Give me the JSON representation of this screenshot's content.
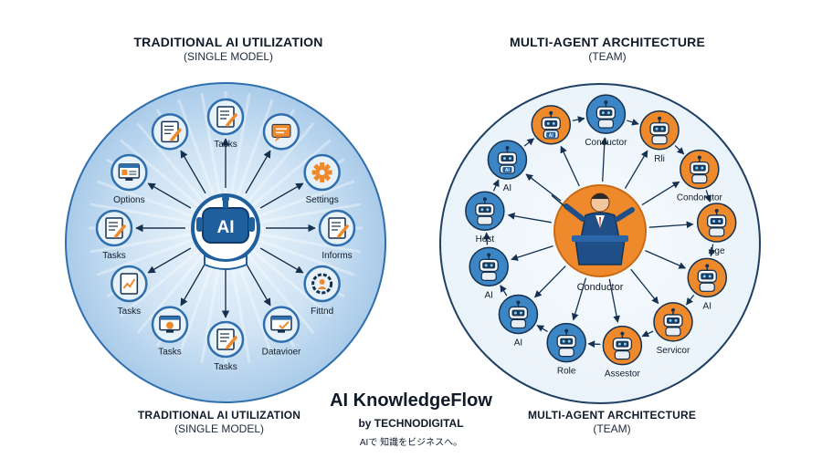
{
  "left": {
    "title": "TRADITIONAL AI UTILIZATION",
    "subtitle": "(SINGLE MODEL)",
    "bottom_title": "TRADITIONAL AI UTILIZATION",
    "bottom_subtitle": "(SINGLE MODEL)",
    "hub_label": "AI",
    "nodes": [
      {
        "label": "Tasks",
        "icon": "document-pencil-icon"
      },
      {
        "label": "",
        "icon": "chat-bubble-icon"
      },
      {
        "label": "Settings",
        "icon": "gear-icon"
      },
      {
        "label": "Informs",
        "icon": "document-pencil-icon"
      },
      {
        "label": "Fittnd",
        "icon": "user-gear-icon"
      },
      {
        "label": "Datavioer",
        "icon": "monitor-check-icon"
      },
      {
        "label": "Tasks",
        "icon": "document-pencil-icon"
      },
      {
        "label": "Tasks",
        "icon": "monitor-play-icon"
      },
      {
        "label": "Tasks",
        "icon": "chart-document-icon"
      },
      {
        "label": "Tasks",
        "icon": "document-pencil-icon"
      },
      {
        "label": "Options",
        "icon": "browser-window-icon"
      },
      {
        "label": "",
        "icon": "document-pencil-icon"
      }
    ]
  },
  "right": {
    "title": "MULTI-AGENT ARCHITECTURE",
    "subtitle": "(TEAM)",
    "bottom_title": "MULTI-AGENT ARCHITECTURE",
    "bottom_subtitle": "(TEAM)",
    "hub_label": "Conductor",
    "nodes": [
      {
        "label": "Conductor",
        "badge": "",
        "color": "blue"
      },
      {
        "label": "Rli",
        "badge": "",
        "color": "orange"
      },
      {
        "label": "Condorator",
        "badge": "",
        "color": "orange"
      },
      {
        "label": "Age",
        "badge": "",
        "color": "orange"
      },
      {
        "label": "AI",
        "badge": "",
        "color": "orange"
      },
      {
        "label": "Servicor",
        "badge": "",
        "color": "orange"
      },
      {
        "label": "Assestor",
        "badge": "",
        "color": "orange"
      },
      {
        "label": "Role",
        "badge": "",
        "color": "blue"
      },
      {
        "label": "AI",
        "badge": "",
        "color": "blue"
      },
      {
        "label": "AI",
        "badge": "",
        "color": "blue"
      },
      {
        "label": "Host",
        "badge": "",
        "color": "blue"
      },
      {
        "label": "AI",
        "badge": "AI",
        "color": "blue"
      },
      {
        "label": "",
        "badge": "AI",
        "color": "orange"
      }
    ]
  },
  "brand": {
    "name": "AI KnowledgeFlow",
    "byline": "by TECHNODIGITAL",
    "tagline": "AIで 知識をビジネスへ。"
  },
  "colors": {
    "blue_dark": "#1f5f9e",
    "blue_mid": "#3d86c6",
    "blue_light": "#dcebf7",
    "orange": "#ef8a2c",
    "navy": "#15314f"
  }
}
